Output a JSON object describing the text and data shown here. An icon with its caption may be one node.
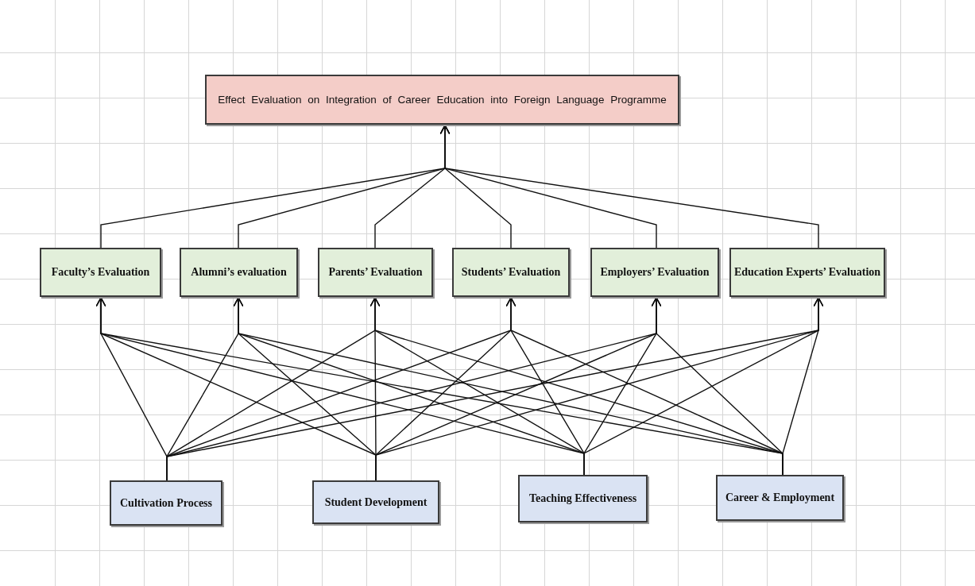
{
  "diagram": {
    "nodes": [
      {
        "text": [
          "Effect Evaluation on Integration of Career Education into Foreign Language Programme"
        ]
      },
      {
        "text": [
          "Faculty’s Evaluation"
        ]
      },
      {
        "text": [
          "Alumni’s evaluation"
        ]
      },
      {
        "text": [
          "Parents’ Evaluation"
        ]
      },
      {
        "text": [
          "Students’ Evaluation"
        ]
      },
      {
        "text": [
          "Employers’ Evaluation"
        ]
      },
      {
        "text": [
          "Education Experts’ Evaluation"
        ]
      },
      {
        "text": [
          "Cultivation Process"
        ]
      },
      {
        "text": [
          "Student Development"
        ]
      },
      {
        "text": [
          "Teaching Effectiveness"
        ]
      },
      {
        "text": [
          "Career & Employment"
        ]
      }
    ],
    "edges": [
      {
        "from": 1,
        "to": 0,
        "arrow": "to"
      },
      {
        "from": 2,
        "to": 0,
        "arrow": "to"
      },
      {
        "from": 3,
        "to": 0,
        "arrow": "to"
      },
      {
        "from": 4,
        "to": 0,
        "arrow": "to"
      },
      {
        "from": 5,
        "to": 0,
        "arrow": "to"
      },
      {
        "from": 6,
        "to": 0,
        "arrow": "to"
      },
      {
        "from": 7,
        "to": 1,
        "arrow": "to"
      },
      {
        "from": 7,
        "to": 2,
        "arrow": "to"
      },
      {
        "from": 7,
        "to": 3,
        "arrow": "to"
      },
      {
        "from": 7,
        "to": 4,
        "arrow": "to"
      },
      {
        "from": 7,
        "to": 5,
        "arrow": "to"
      },
      {
        "from": 7,
        "to": 6,
        "arrow": "to"
      },
      {
        "from": 8,
        "to": 1,
        "arrow": "to"
      },
      {
        "from": 8,
        "to": 2,
        "arrow": "to"
      },
      {
        "from": 8,
        "to": 3,
        "arrow": "to"
      },
      {
        "from": 8,
        "to": 4,
        "arrow": "to"
      },
      {
        "from": 8,
        "to": 5,
        "arrow": "to"
      },
      {
        "from": 8,
        "to": 6,
        "arrow": "to"
      },
      {
        "from": 9,
        "to": 1,
        "arrow": "to"
      },
      {
        "from": 9,
        "to": 2,
        "arrow": "to"
      },
      {
        "from": 9,
        "to": 3,
        "arrow": "to"
      },
      {
        "from": 9,
        "to": 4,
        "arrow": "to"
      },
      {
        "from": 9,
        "to": 5,
        "arrow": "to"
      },
      {
        "from": 9,
        "to": 6,
        "arrow": "to"
      },
      {
        "from": 10,
        "to": 1,
        "arrow": "to"
      },
      {
        "from": 10,
        "to": 2,
        "arrow": "to"
      },
      {
        "from": 10,
        "to": 3,
        "arrow": "to"
      },
      {
        "from": 10,
        "to": 4,
        "arrow": "to"
      },
      {
        "from": 10,
        "to": 5,
        "arrow": "to"
      },
      {
        "from": 10,
        "to": 6,
        "arrow": "to"
      }
    ]
  }
}
